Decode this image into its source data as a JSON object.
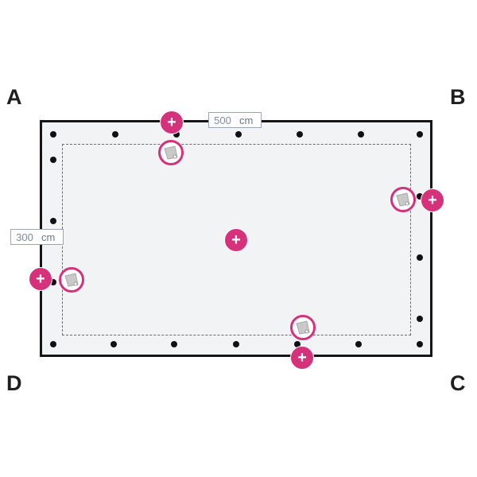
{
  "corners": {
    "a": "A",
    "b": "B",
    "c": "C",
    "d": "D"
  },
  "dimensions": {
    "width": {
      "value": "500",
      "unit": "cm"
    },
    "height": {
      "value": "300",
      "unit": "cm"
    }
  },
  "add_button": {
    "symbol": "+"
  },
  "colors": {
    "accent": "#d6317b",
    "tarp_fill": "#f2f3f4",
    "tarp_border": "#161616",
    "grommet": "#111111",
    "dimension_border": "#9aa6b8"
  },
  "icons": {
    "add": "plus-icon",
    "fixing": "tarp-corner-fixing-icon",
    "grommet": "grommet-dot"
  }
}
